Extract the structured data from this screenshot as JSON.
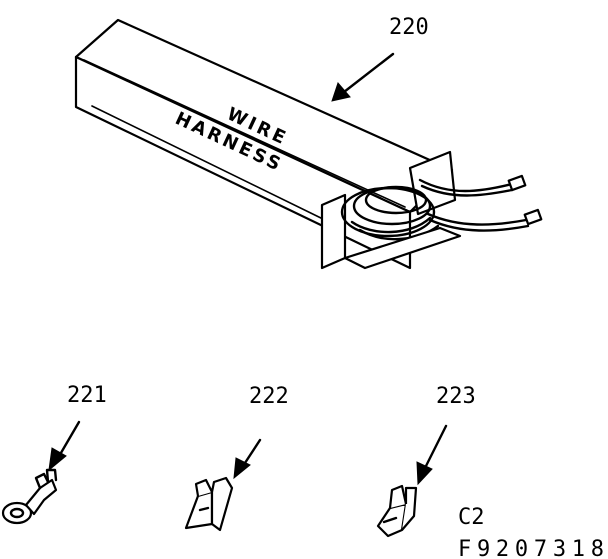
{
  "parts": [
    {
      "ref": "220",
      "label_lines": [
        "WIRE",
        "HARNESS"
      ]
    },
    {
      "ref": "221"
    },
    {
      "ref": "222"
    },
    {
      "ref": "223"
    }
  ],
  "codes": {
    "section": "C2",
    "figure": "F9207318"
  }
}
